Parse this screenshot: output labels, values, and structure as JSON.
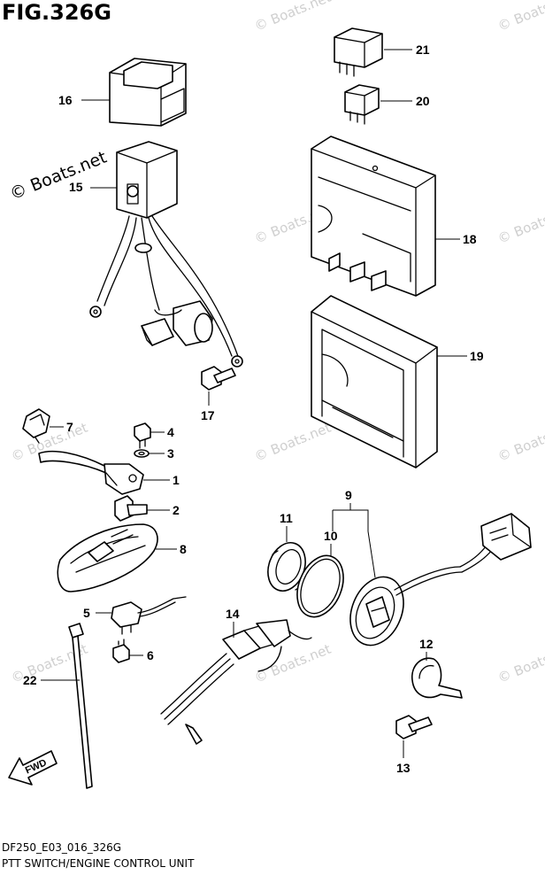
{
  "figure": {
    "title": "FIG.326G"
  },
  "watermark": {
    "main": "© Boats.net",
    "faint": "© Boats.net"
  },
  "footer": {
    "code": "DF250_E03_016_326G",
    "description": "PTT SWITCH/ENGINE CONTROL UNIT"
  },
  "callouts": {
    "c1": "1",
    "c2": "2",
    "c3": "3",
    "c4": "4",
    "c5": "5",
    "c6": "6",
    "c7": "7",
    "c8": "8",
    "c9": "9",
    "c10": "10",
    "c11": "11",
    "c12": "12",
    "c13": "13",
    "c14": "14",
    "c15": "15",
    "c16": "16",
    "c17": "17",
    "c18": "18",
    "c19": "19",
    "c20": "20",
    "c21": "21",
    "c22": "22"
  },
  "fwd_label": "FWD"
}
